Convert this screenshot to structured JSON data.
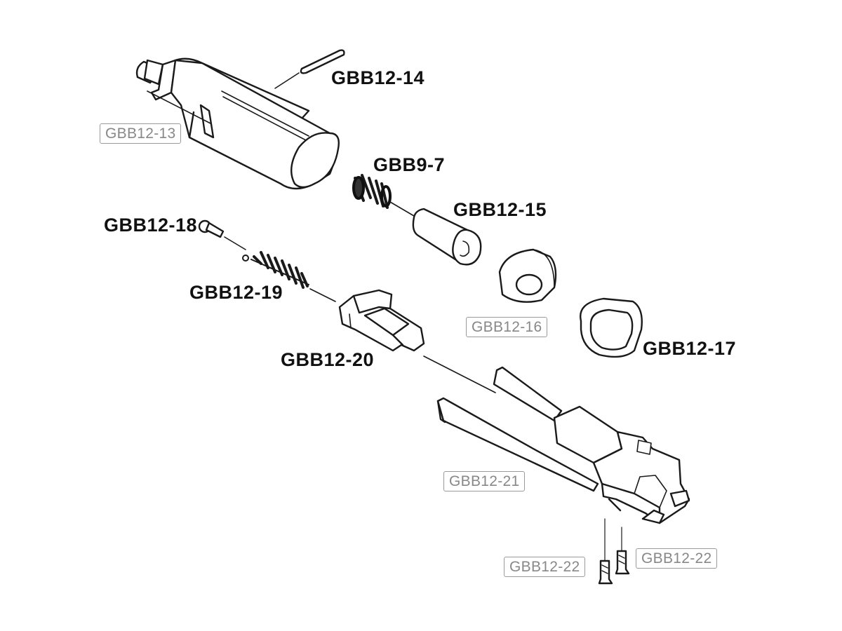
{
  "diagram": {
    "labels_bold": {
      "p14": "GBB12-14",
      "p9_7": "GBB9-7",
      "p15": "GBB12-15",
      "p18": "GBB12-18",
      "p19": "GBB12-19",
      "p20": "GBB12-20",
      "p17": "GBB12-17"
    },
    "labels_boxed": {
      "p13": "GBB12-13",
      "p16": "GBB12-16",
      "p21": "GBB12-21",
      "p22a": "GBB12-22",
      "p22b": "GBB12-22"
    }
  }
}
